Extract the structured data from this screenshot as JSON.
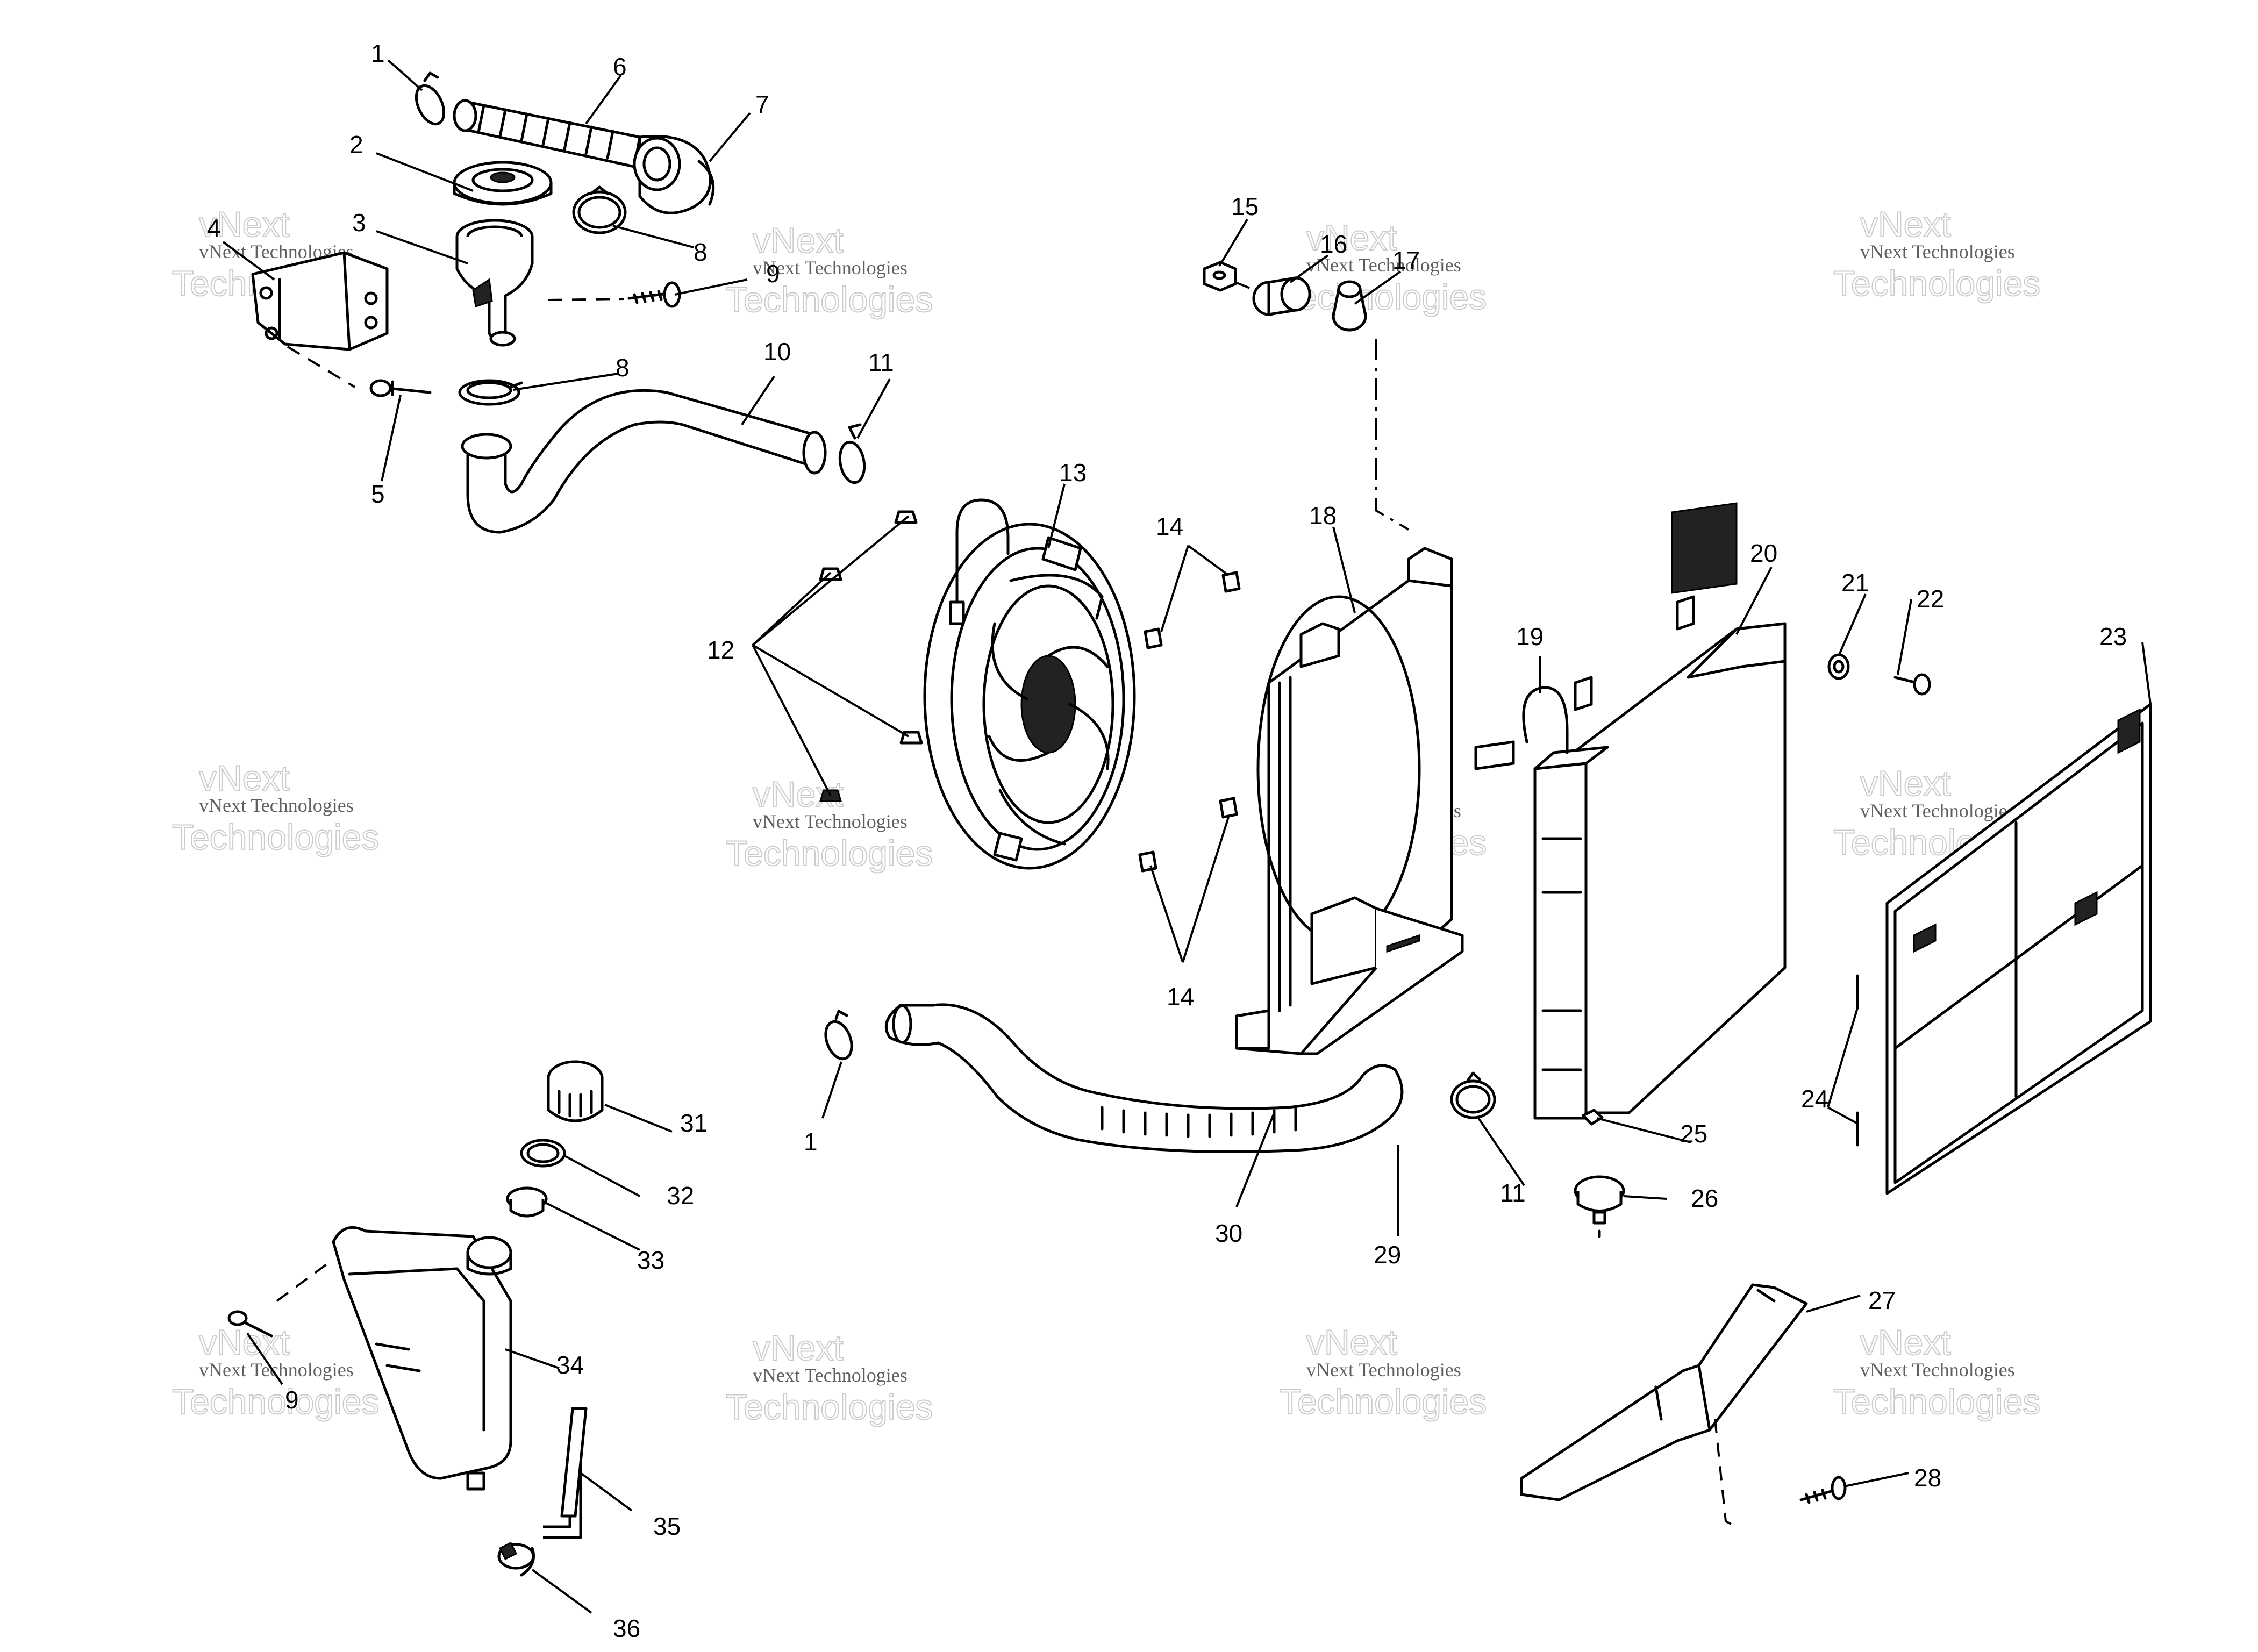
{
  "callouts": [
    {
      "id": "c1a",
      "text": "1"
    },
    {
      "id": "c6",
      "text": "6"
    },
    {
      "id": "c7",
      "text": "7"
    },
    {
      "id": "c2",
      "text": "2"
    },
    {
      "id": "c3",
      "text": "3"
    },
    {
      "id": "c4",
      "text": "4"
    },
    {
      "id": "c8a",
      "text": "8"
    },
    {
      "id": "c9a",
      "text": "9"
    },
    {
      "id": "c8b",
      "text": "8"
    },
    {
      "id": "c10",
      "text": "10"
    },
    {
      "id": "c11a",
      "text": "11"
    },
    {
      "id": "c5",
      "text": "5"
    },
    {
      "id": "c15",
      "text": "15"
    },
    {
      "id": "c16",
      "text": "16"
    },
    {
      "id": "c17",
      "text": "17"
    },
    {
      "id": "c13",
      "text": "13"
    },
    {
      "id": "c14a",
      "text": "14"
    },
    {
      "id": "c18",
      "text": "18"
    },
    {
      "id": "c12",
      "text": "12"
    },
    {
      "id": "c20",
      "text": "20"
    },
    {
      "id": "c21",
      "text": "21"
    },
    {
      "id": "c22",
      "text": "22"
    },
    {
      "id": "c19",
      "text": "19"
    },
    {
      "id": "c23",
      "text": "23"
    },
    {
      "id": "c14b",
      "text": "14"
    },
    {
      "id": "c1b",
      "text": "1"
    },
    {
      "id": "c24",
      "text": "24"
    },
    {
      "id": "c25",
      "text": "25"
    },
    {
      "id": "c11b",
      "text": "11"
    },
    {
      "id": "c26",
      "text": "26"
    },
    {
      "id": "c31",
      "text": "31"
    },
    {
      "id": "c32",
      "text": "32"
    },
    {
      "id": "c33",
      "text": "33"
    },
    {
      "id": "c30",
      "text": "30"
    },
    {
      "id": "c29",
      "text": "29"
    },
    {
      "id": "c27",
      "text": "27"
    },
    {
      "id": "c34",
      "text": "34"
    },
    {
      "id": "c9b",
      "text": "9"
    },
    {
      "id": "c28",
      "text": "28"
    },
    {
      "id": "c35",
      "text": "35"
    },
    {
      "id": "c36",
      "text": "36"
    }
  ],
  "watermark": {
    "line1": "vNext Technologies",
    "line2": "vNext",
    "line3": "Technologies"
  }
}
